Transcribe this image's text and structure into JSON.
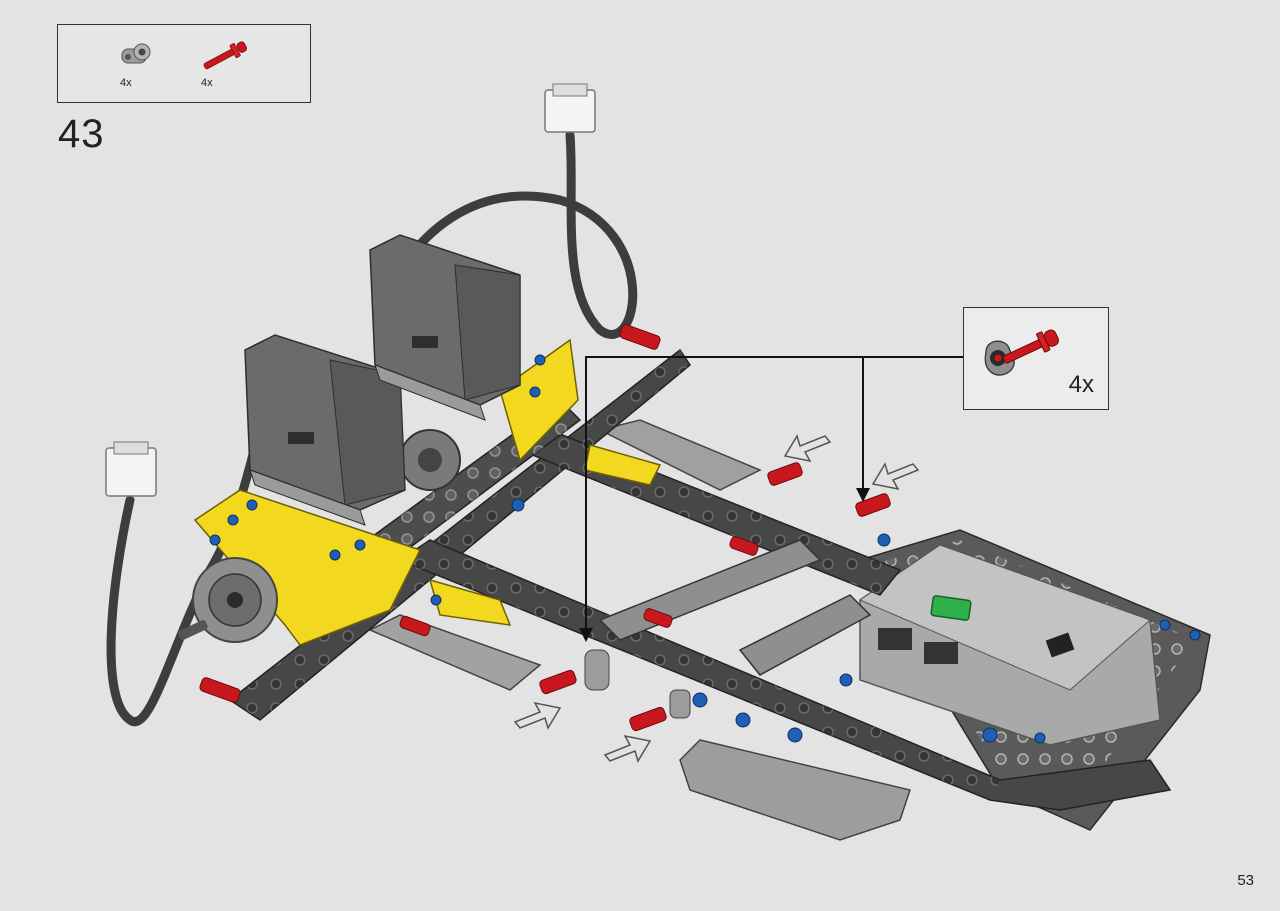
{
  "parts_list": {
    "items": [
      {
        "icon": "gray-connector-icon",
        "qty": "4x"
      },
      {
        "icon": "red-axle-pin-icon",
        "qty": "4x"
      }
    ]
  },
  "step": {
    "number": "43"
  },
  "callout": {
    "qty": "4x",
    "icon": "red-axle-pin-in-connector-icon"
  },
  "page": {
    "number": "53"
  },
  "colors": {
    "background": "#e3e3e3",
    "beam_dark": "#4b4b4b",
    "beam_light": "#9a9a9a",
    "yellow": "#f2d91f",
    "red": "#c8181e",
    "blue": "#1f5fb5",
    "hub_green": "#2eb14c"
  }
}
